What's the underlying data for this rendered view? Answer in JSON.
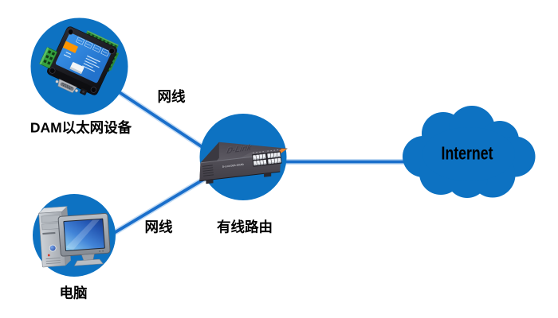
{
  "colors": {
    "background": "#ffffff",
    "node_blue": "#0d72c2",
    "cloud_blue": "#0d72c2",
    "line_core": "#1a6fcb",
    "line_halo": "#4e94dd",
    "label_color": "#000000",
    "dam_panel_blue": "#2f8ce2",
    "dam_sticker_orange": "#ff9500",
    "terminal_green": "#36a03e",
    "switch_gray": "#454349",
    "switch_tag_orange": "#e8822b",
    "pc_screen_blue": "#2a62c0"
  },
  "nodes": {
    "dam": {
      "label": "DAM以太网设备",
      "icon": "dam-ethernet-module-icon"
    },
    "computer": {
      "label": "电脑",
      "icon": "desktop-computer-icon"
    },
    "router": {
      "label": "有线路由",
      "icon": "network-switch-icon",
      "device_brand": "D-Link",
      "device_label": "D-Link DES-1016D"
    },
    "internet": {
      "label": "Internet",
      "icon": "cloud-icon"
    }
  },
  "edges": {
    "dam_router": {
      "label": "网线"
    },
    "computer_router": {
      "label": "网线"
    }
  }
}
